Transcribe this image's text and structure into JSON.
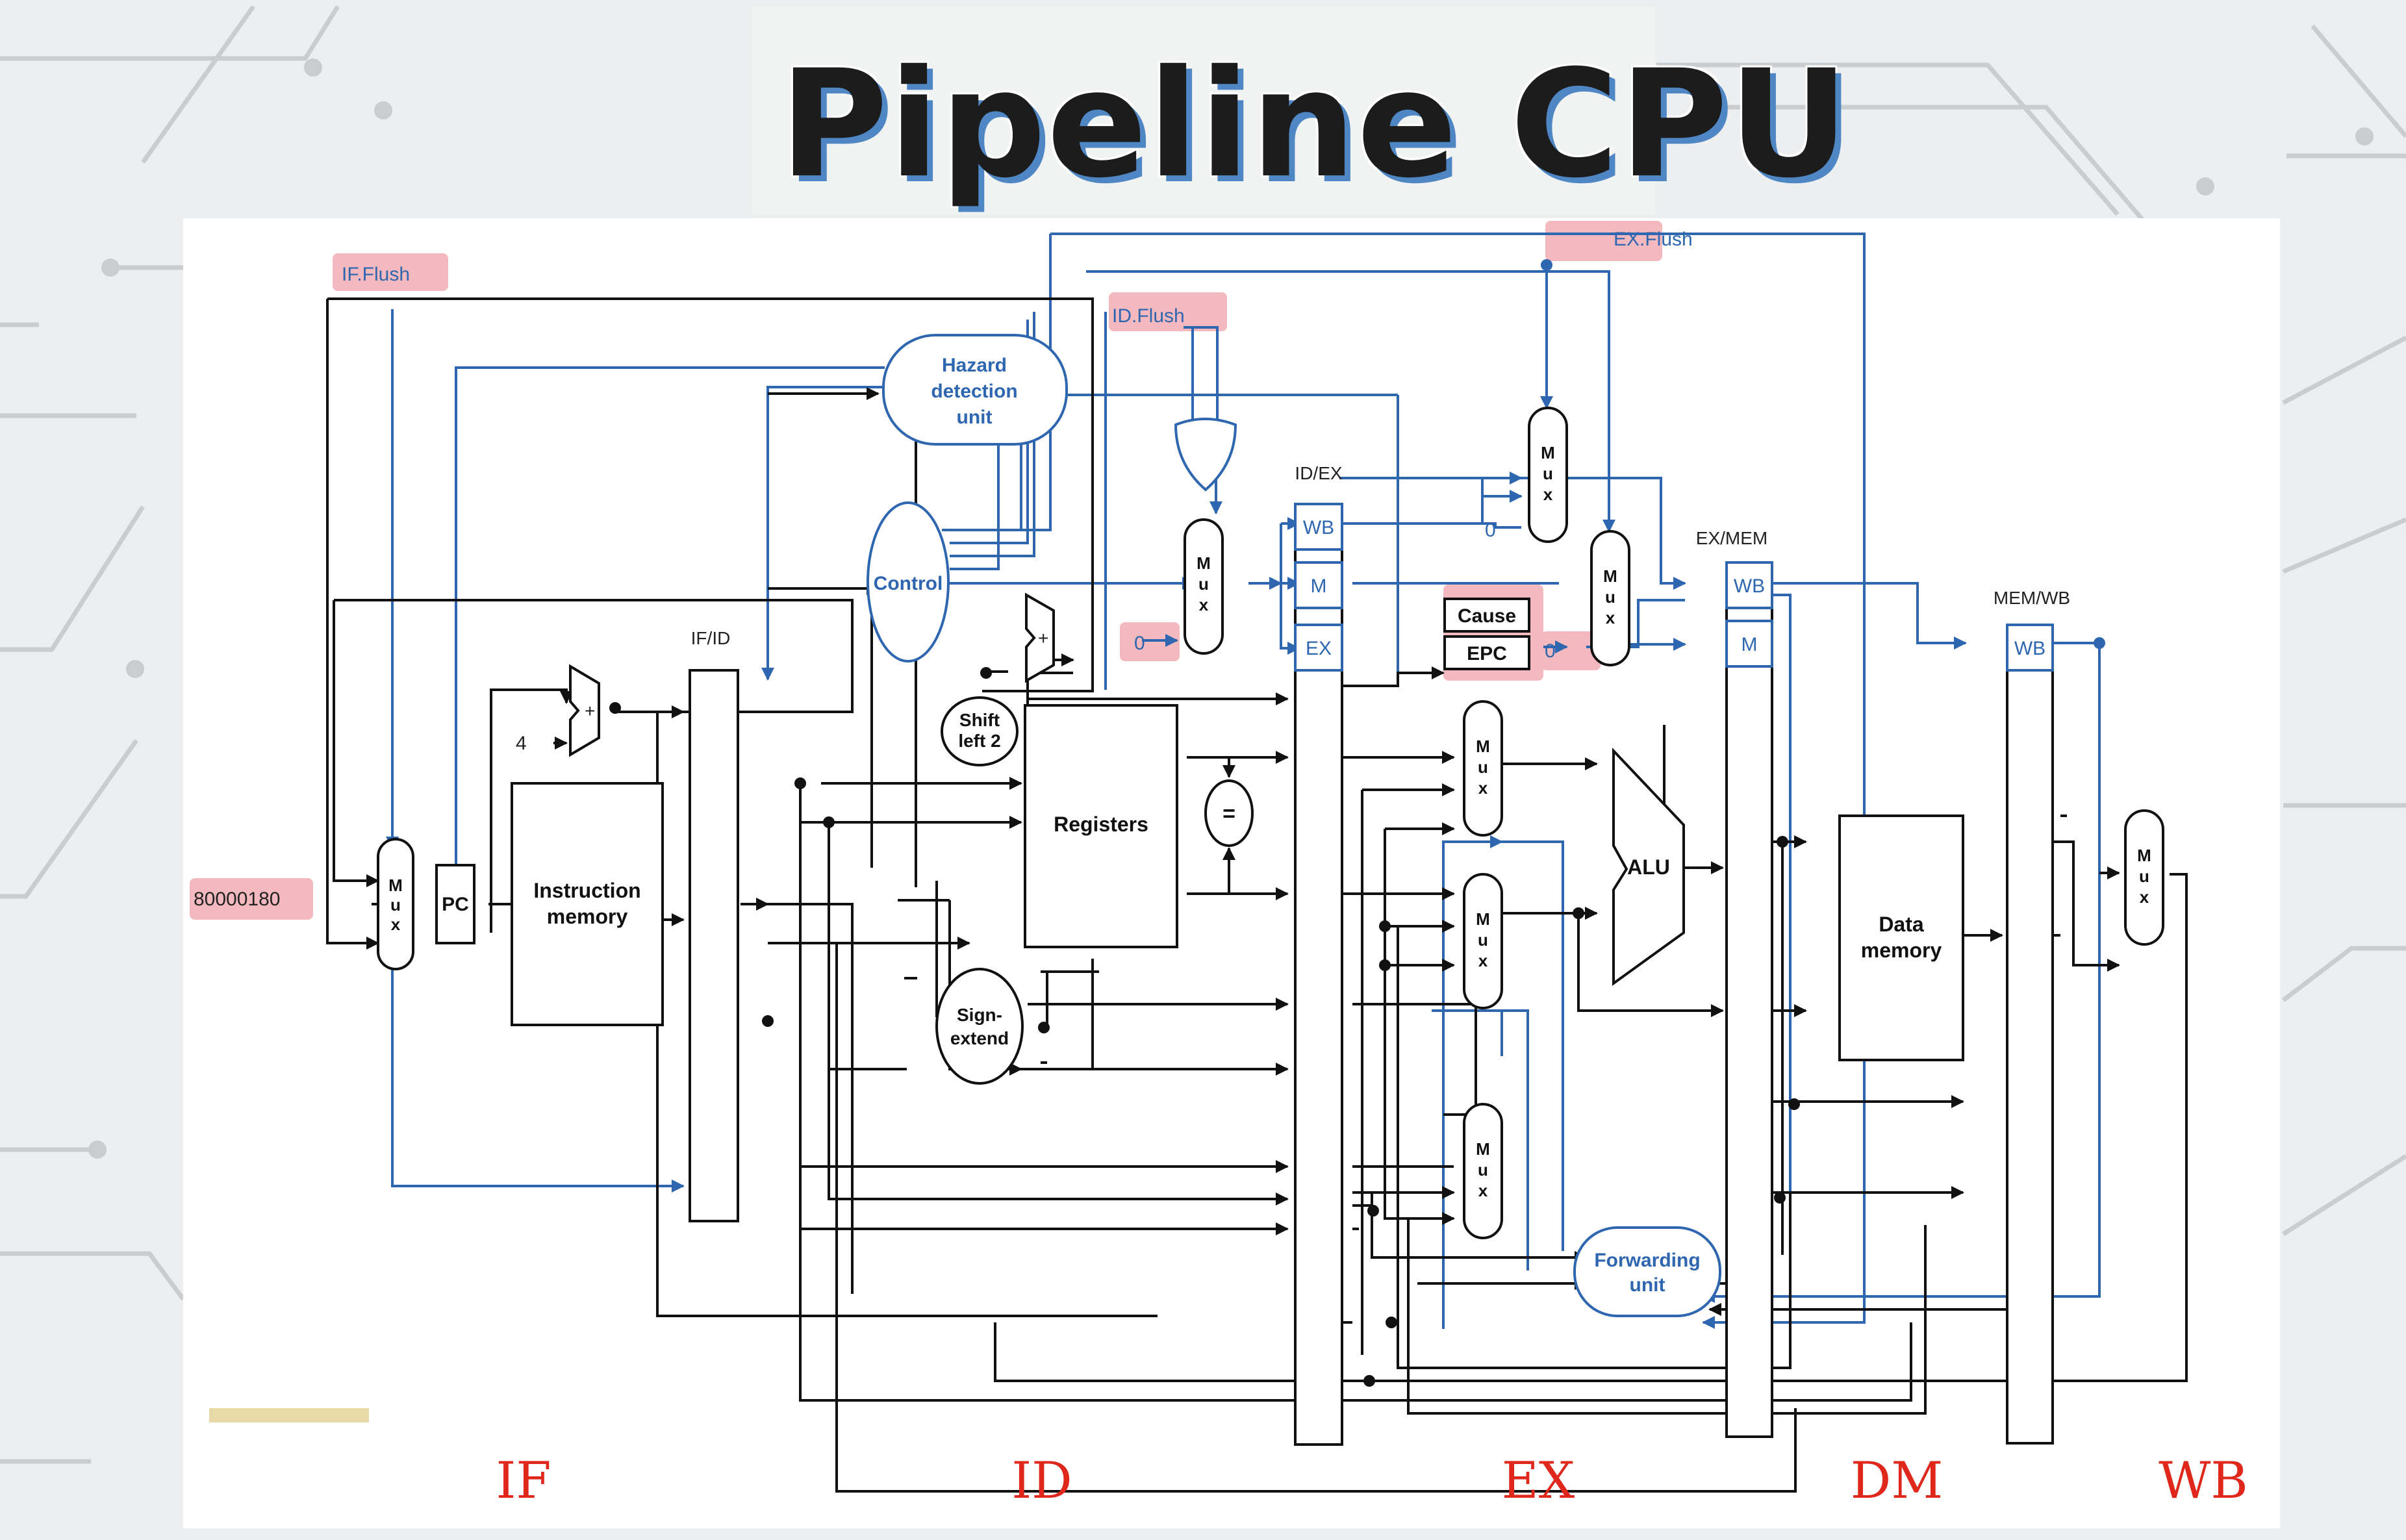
{
  "title": "Pipeline CPU",
  "units": {
    "hazard_detection": [
      "Hazard",
      "detection",
      "unit"
    ],
    "control": "Control",
    "registers": "Registers",
    "instruction_memory": [
      "Instruction",
      "memory"
    ],
    "data_memory": [
      "Data",
      "memory"
    ],
    "alu": "ALU",
    "shift_left_2": [
      "Shift",
      "left 2"
    ],
    "sign_extend": [
      "Sign-",
      "extend"
    ],
    "forwarding_unit": [
      "Forwarding",
      "unit"
    ],
    "pc": "PC",
    "cause": "Cause",
    "epc": "EPC",
    "equal": "="
  },
  "mux_label": [
    "M",
    "u",
    "x"
  ],
  "pipeline_registers": {
    "if_id": "IF/ID",
    "id_ex": "ID/EX",
    "ex_mem": "EX/MEM",
    "mem_wb": "MEM/WB"
  },
  "control_fields": {
    "wb": "WB",
    "m": "M",
    "ex": "EX"
  },
  "flush_signals": {
    "if_flush": "IF.Flush",
    "id_flush": "ID.Flush",
    "ex_flush": "EX.Flush"
  },
  "constants": {
    "exception_address": "80000180",
    "four": "4",
    "zero": "0",
    "plus": "+"
  },
  "stages": [
    "IF",
    "ID",
    "EX",
    "DM",
    "WB"
  ],
  "colors": {
    "highlight": "#f4b9be",
    "wire_blue": "#2f66b0",
    "stage_red": "#e0271c",
    "title_shadow": "#4f86c4"
  }
}
